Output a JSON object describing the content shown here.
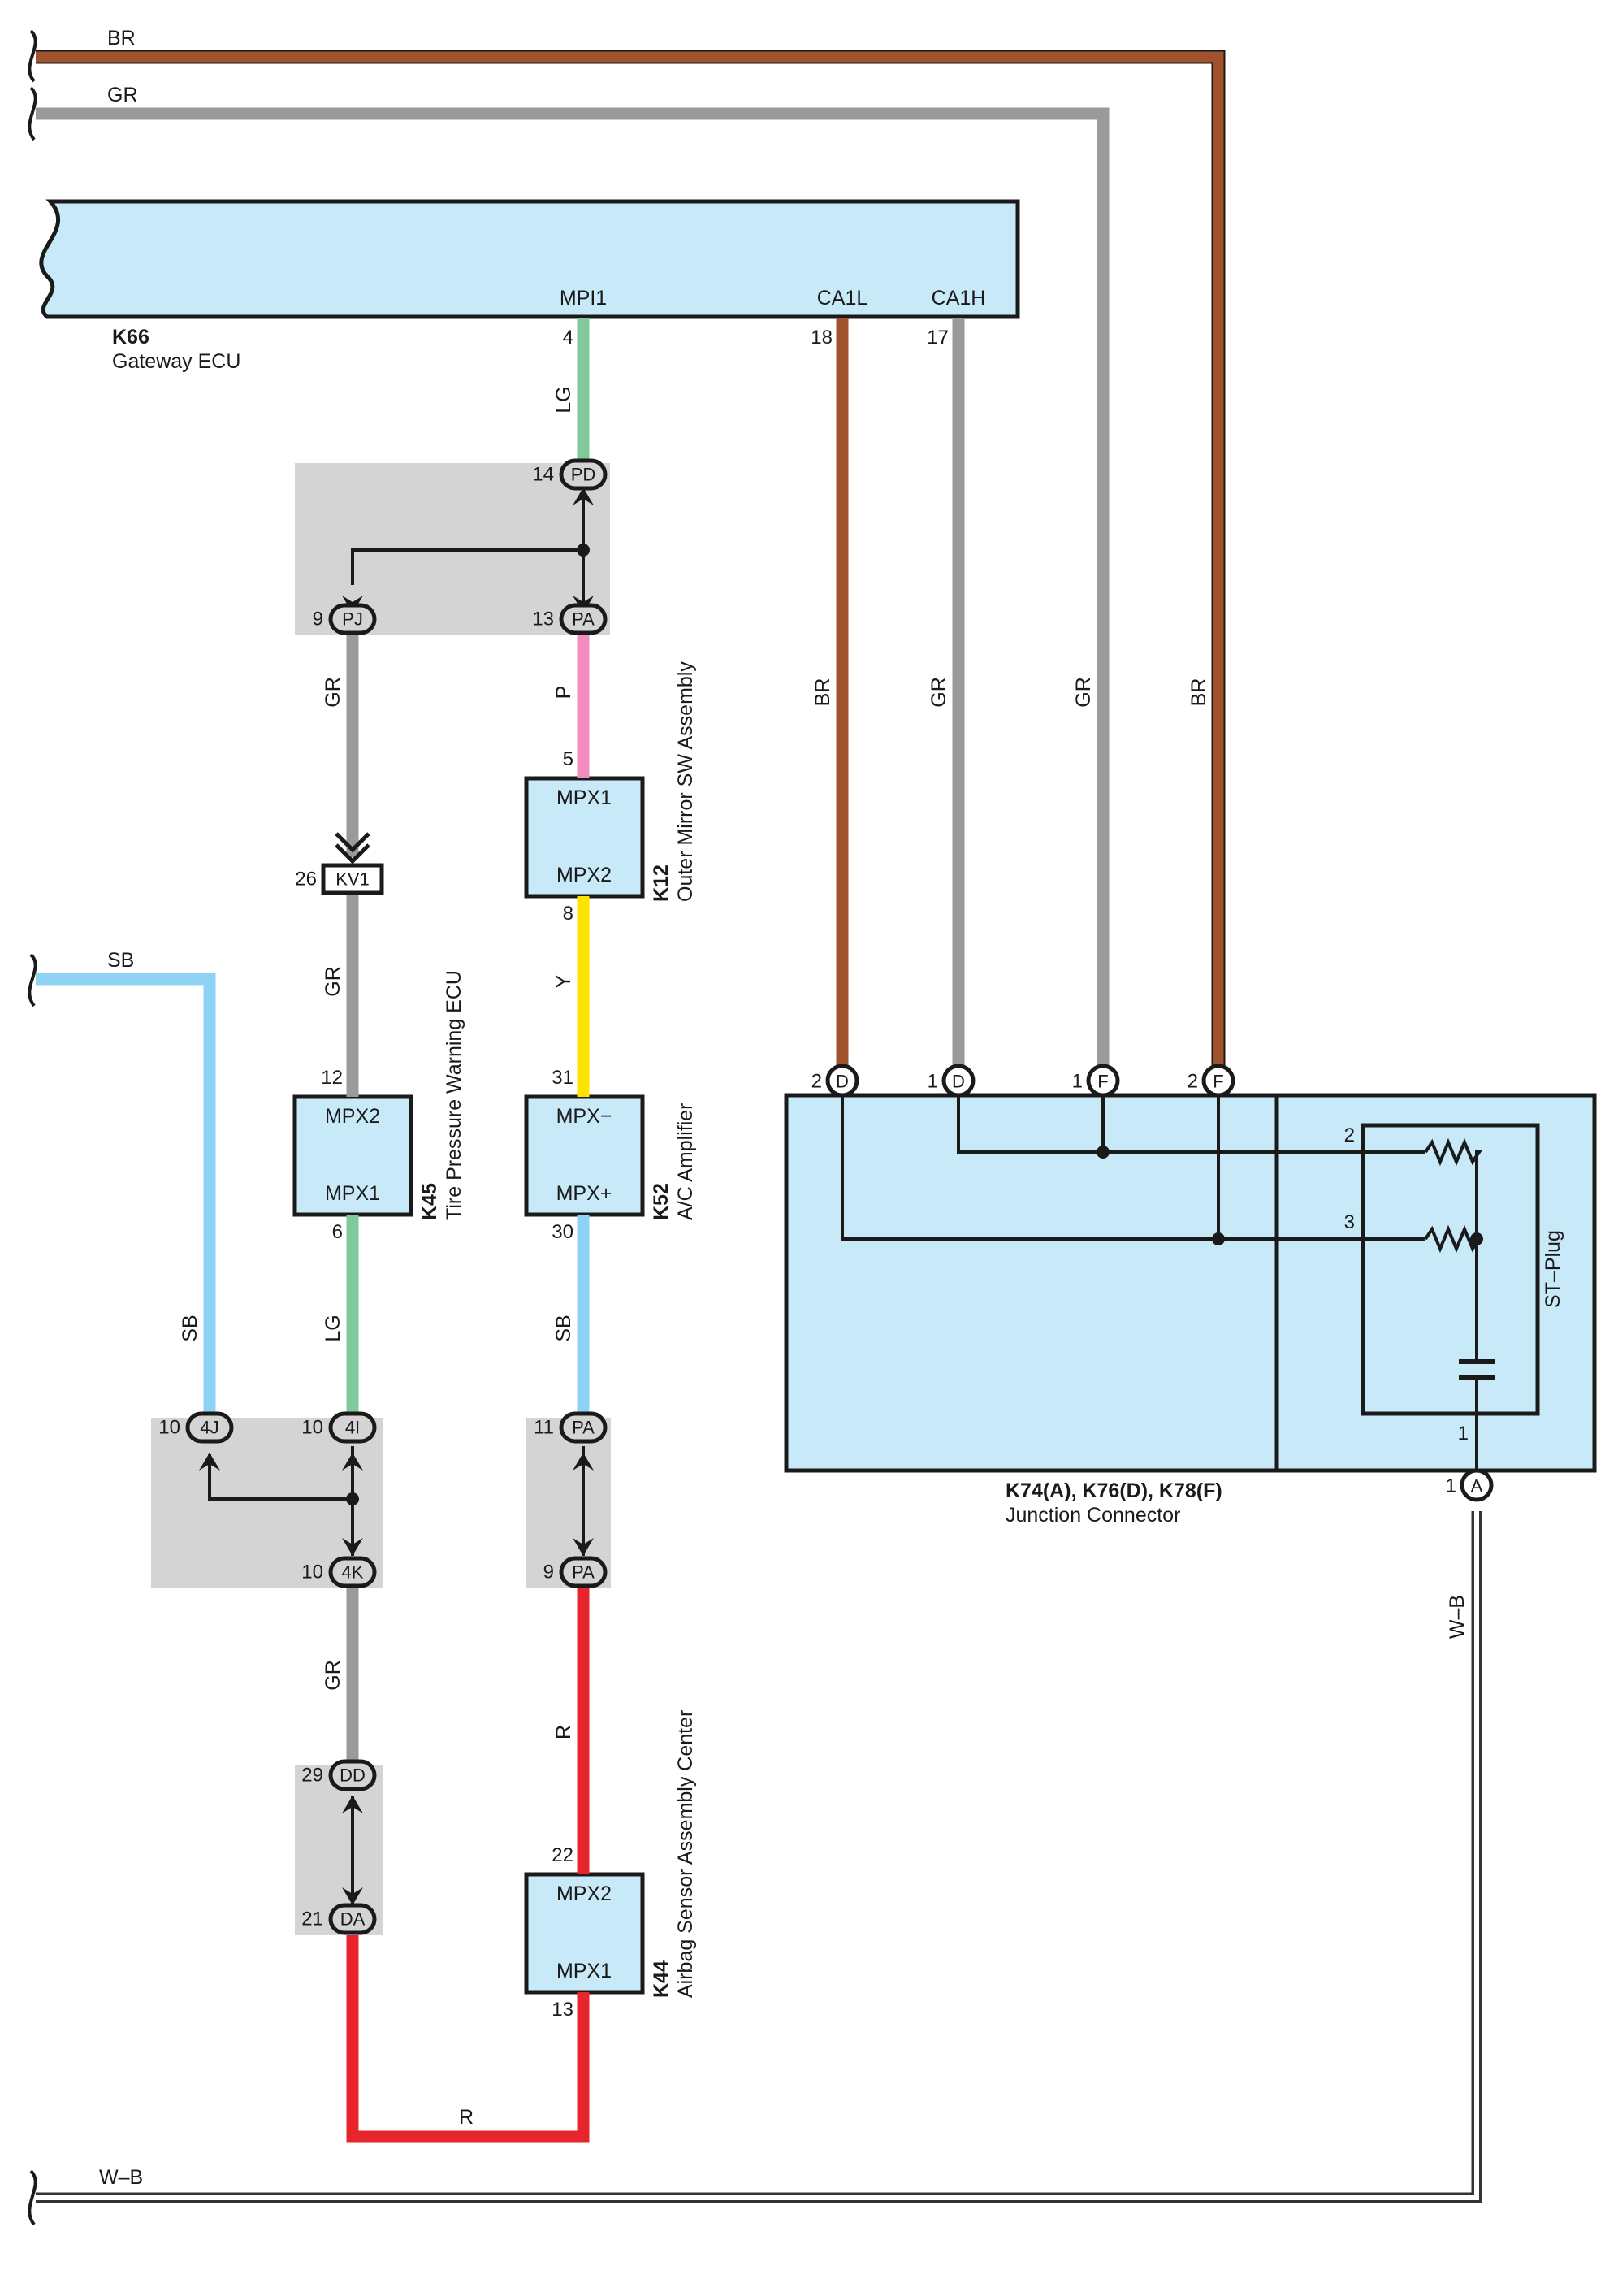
{
  "colors": {
    "BR": "#a0522d",
    "GR": "#9a9a9a",
    "LG": "#7fc99a",
    "P": "#f28cbf",
    "Y": "#ffe200",
    "SB": "#8fd3f4",
    "R": "#e8242c",
    "W-B": "#ffffff",
    "box_fill": "#c8e9f8",
    "junction_fill": "#d4d4d4"
  },
  "wires": {
    "br_top": "BR",
    "gr_top": "GR",
    "lg_top": "LG",
    "gr_pj": "GR",
    "p": "P",
    "br_ca1l": "BR",
    "gr_ca1h": "GR",
    "gr_right": "GR",
    "br_right": "BR",
    "y": "Y",
    "gr_kv1": "GR",
    "sb_left_top": "SB",
    "sb_left": "SB",
    "lg_k45": "LG",
    "sb_k52": "SB",
    "gr_4k": "GR",
    "r_pa": "R",
    "r_bottom": "R",
    "wb_right": "W–B",
    "wb_bottom": "W–B"
  },
  "components": {
    "k66": {
      "code": "K66",
      "name": "Gateway ECU",
      "pins": {
        "mpi1": "MPI1",
        "ca1l": "CA1L",
        "ca1h": "CA1H"
      },
      "pin_numbers": {
        "mpi1": "4",
        "ca1l": "18",
        "ca1h": "17"
      }
    },
    "k12": {
      "code": "K12",
      "name": "Outer Mirror SW Assembly",
      "pins": {
        "top": "MPX1",
        "bottom": "MPX2"
      },
      "pin_numbers": {
        "top": "5",
        "bottom": "8"
      }
    },
    "k52": {
      "code": "K52",
      "name": "A/C Amplifier",
      "pins": {
        "top": "MPX−",
        "bottom": "MPX+"
      },
      "pin_numbers": {
        "top": "31",
        "bottom": "30"
      }
    },
    "k45": {
      "code": "K45",
      "name": "Tire Pressure Warning ECU",
      "pins": {
        "top": "MPX2",
        "bottom": "MPX1"
      },
      "pin_numbers": {
        "top": "12",
        "bottom": "6"
      }
    },
    "k44": {
      "code": "K44",
      "name": "Airbag Sensor Assembly Center",
      "pins": {
        "top": "MPX2",
        "bottom": "MPX1"
      },
      "pin_numbers": {
        "top": "22",
        "bottom": "13"
      }
    },
    "junction": {
      "code": "K74(A), K76(D), K78(F)",
      "name": "Junction Connector",
      "st_plug": "ST–Plug",
      "inner_numbers": {
        "r2": "2",
        "r3": "3",
        "c1": "1"
      }
    }
  },
  "connectors": {
    "pd": {
      "num": "14",
      "cavity": "PD"
    },
    "pj": {
      "num": "9",
      "cavity": "PJ"
    },
    "pa_top": {
      "num": "13",
      "cavity": "PA"
    },
    "kv1": {
      "num": "26",
      "cavity": "KV1"
    },
    "d2": {
      "num": "2",
      "cavity": "D"
    },
    "d1": {
      "num": "1",
      "cavity": "D"
    },
    "f1": {
      "num": "1",
      "cavity": "F"
    },
    "f2": {
      "num": "2",
      "cavity": "F"
    },
    "a1": {
      "num": "1",
      "cavity": "A"
    },
    "j4j": {
      "num": "10",
      "cavity": "4J"
    },
    "j4i": {
      "num": "10",
      "cavity": "4I"
    },
    "j4k": {
      "num": "10",
      "cavity": "4K"
    },
    "pa11": {
      "num": "11",
      "cavity": "PA"
    },
    "pa9": {
      "num": "9",
      "cavity": "PA"
    },
    "dd": {
      "num": "29",
      "cavity": "DD"
    },
    "da": {
      "num": "21",
      "cavity": "DA"
    }
  }
}
